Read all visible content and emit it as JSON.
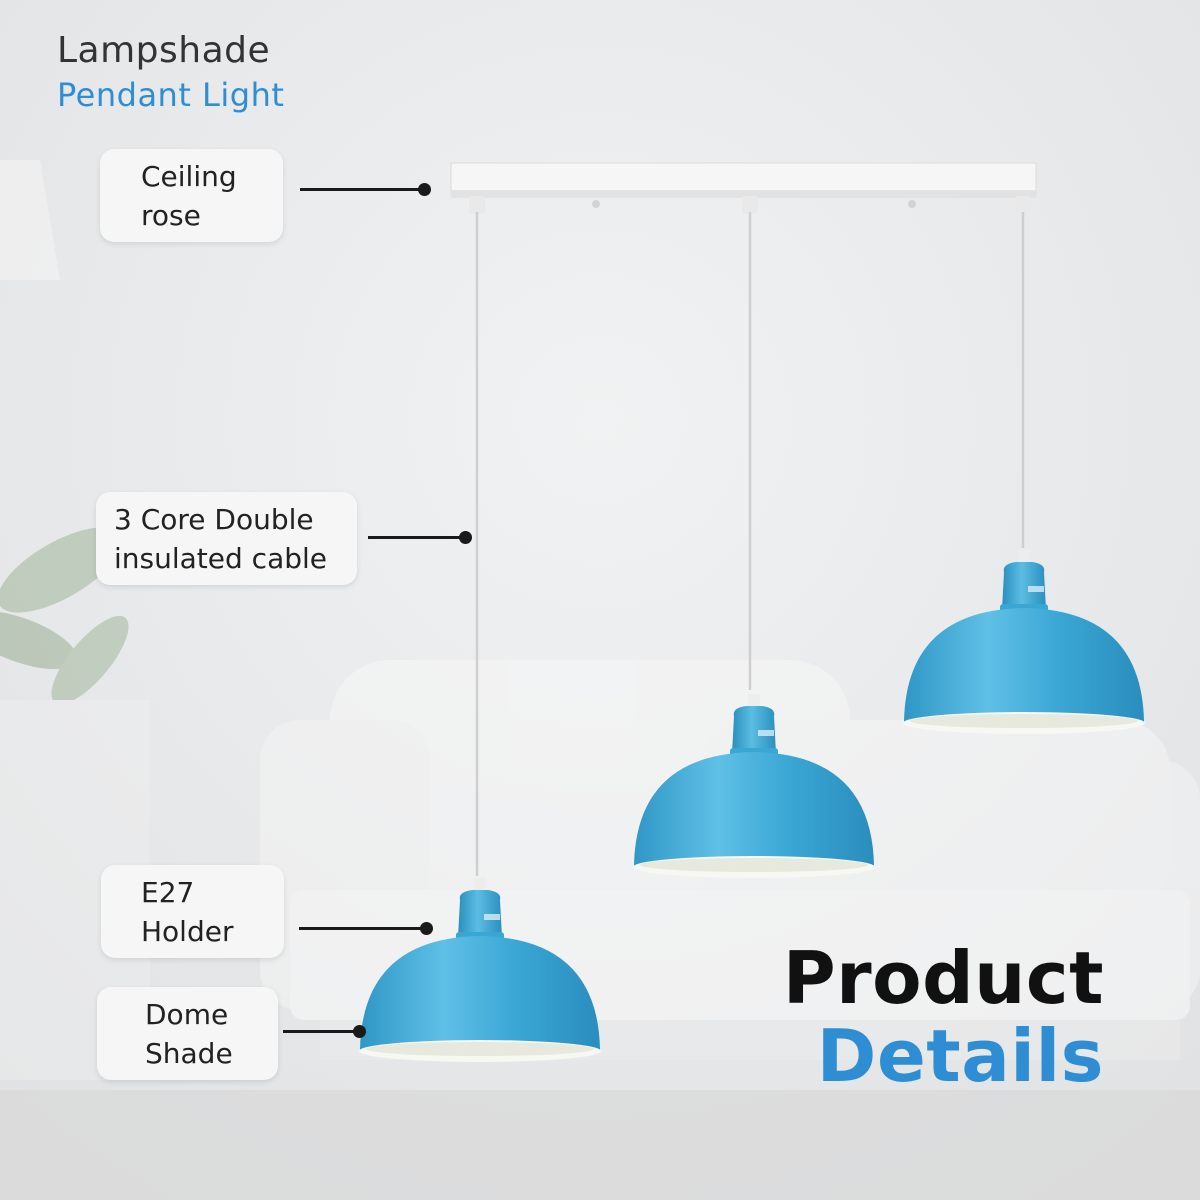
{
  "title": {
    "main": "Lampshade",
    "sub": "Pendant Light"
  },
  "labels": {
    "ceiling_rose": {
      "line1": "Ceiling",
      "line2": "rose"
    },
    "cable": {
      "line1": "3 Core Double",
      "line2": "insulated cable"
    },
    "holder": {
      "line1": "E27",
      "line2": "Holder"
    },
    "shade": {
      "line1": "Dome",
      "line2": "Shade"
    }
  },
  "footer": {
    "word1": "Product",
    "word2": "Details"
  },
  "colors": {
    "accent": "#2f8ed3",
    "shade_blue": "#3aa6d4",
    "text_dark": "#111111"
  },
  "icons": [
    "pendant-lamp-icon",
    "ceiling-bar-icon",
    "sofa-background",
    "plant-background"
  ]
}
